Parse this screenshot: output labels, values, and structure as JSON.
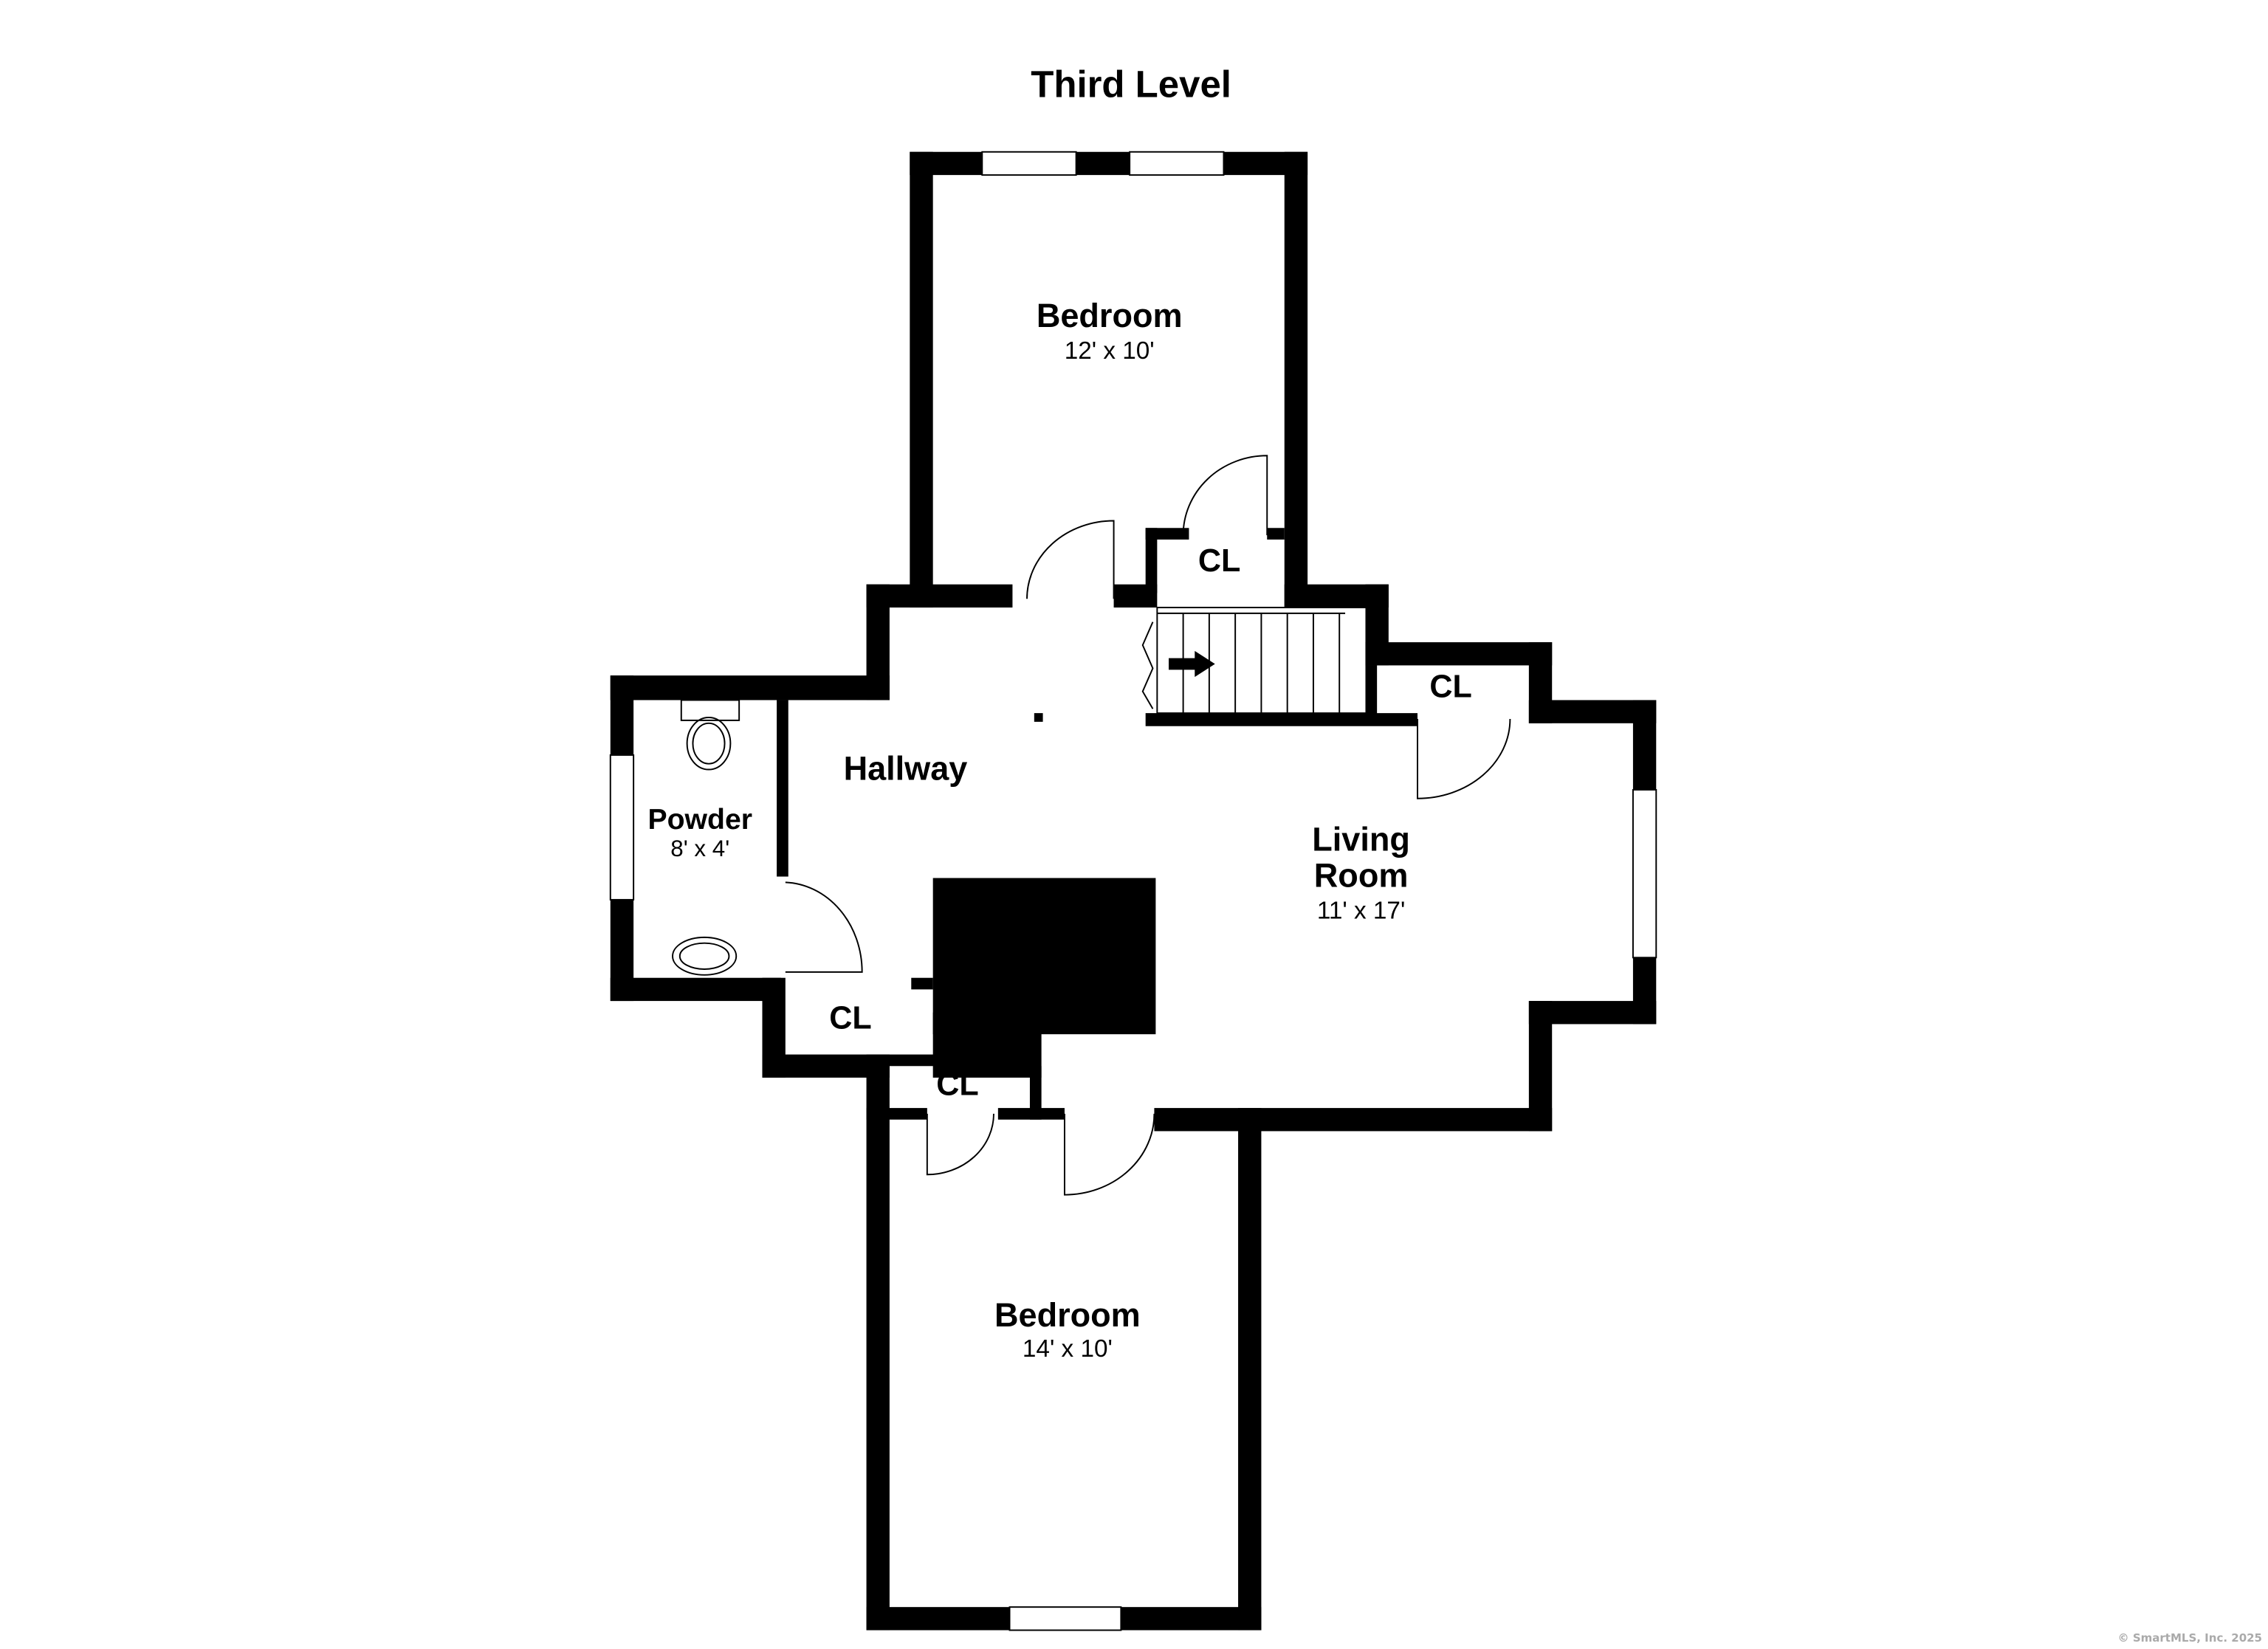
{
  "title": "Third Level",
  "rooms": {
    "bedroom_top": {
      "name": "Bedroom",
      "size": "12' x 10'"
    },
    "bedroom_bottom": {
      "name": "Bedroom",
      "size": "14' x 10'"
    },
    "hallway": {
      "name": "Hallway"
    },
    "powder": {
      "name": "Powder",
      "size": "8' x 4'"
    },
    "living": {
      "name_line1": "Living",
      "name_line2": "Room",
      "size": "11' x 17'"
    },
    "closets": [
      "CL",
      "CL",
      "CL",
      "CL"
    ]
  },
  "copyright": "© SmartMLS, Inc.  2025"
}
